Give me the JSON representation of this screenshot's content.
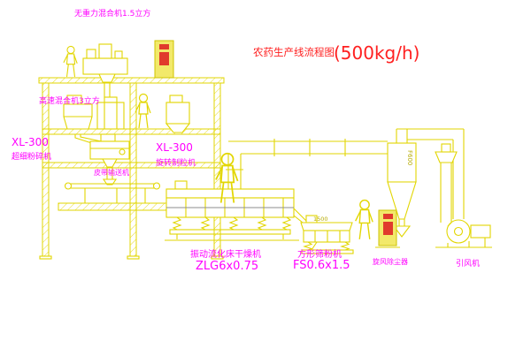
{
  "title": {
    "name": "农药生产线流程图",
    "capacity": "(500kg/h)"
  },
  "equipment": {
    "top_mixer": "无重力混合机1.5立方",
    "high_speed_mixer": "高速混合机3立方",
    "granulator_left_model": "XL-300",
    "granulator_left_name": "超细粉碎机",
    "granulator_right_model": "XL-300",
    "granulator_right_name": "旋转制粒机",
    "belt_conveyor": "皮带输送机",
    "dryer_name": "振动流化床干燥机",
    "dryer_model": "ZLG6x0.75",
    "sieve_name": "方形筛粉机",
    "sieve_model": "FS0.6x1.5",
    "cyclone_name": "旋风除尘器",
    "fan_name": "引风机"
  },
  "dimensions": {
    "cyclone_diameter": "F600",
    "sieve_length": "1500"
  },
  "colors": {
    "cad_line_yellow": "#e2d600",
    "label_magenta": "#ff00ff",
    "title_red": "#ff2020",
    "cabinet_red": "#e03a2c",
    "background": "#ffffff"
  }
}
